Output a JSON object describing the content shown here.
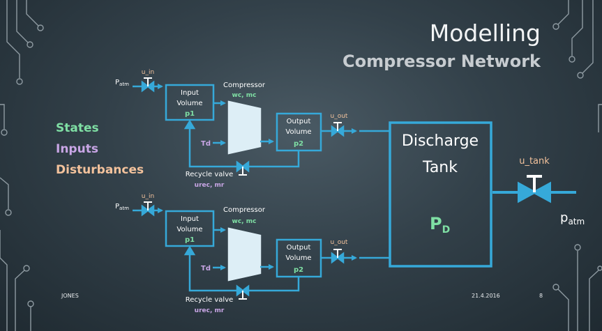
{
  "title": "Modelling",
  "subtitle": "Compressor Network",
  "legend": {
    "states": "States",
    "inputs": "Inputs",
    "disturbances": "Disturbances"
  },
  "colors": {
    "line": "#36a9d9",
    "states": "#7fdfa4",
    "inputs": "#c9a6e6",
    "disturbances": "#f3c29c"
  },
  "units": [
    {
      "p_atm": "P",
      "p_atm_sub": "atm",
      "valve_in": "u_in",
      "input_volume": [
        "Input",
        "Volume"
      ],
      "input_state": "p1",
      "compressor": "Compressor",
      "compressor_states": "wc, mc",
      "td": "Td",
      "output_volume": [
        "Output",
        "Volume"
      ],
      "output_state": "p2",
      "valve_out": "u_out",
      "recycle_valve": "Recycle valve",
      "recycle_states": "urec, mr"
    },
    {
      "p_atm": "P",
      "p_atm_sub": "atm",
      "valve_in": "u_in",
      "input_volume": [
        "Input",
        "Volume"
      ],
      "input_state": "p1",
      "compressor": "Compressor",
      "compressor_states": "wc, mc",
      "td": "Td",
      "output_volume": [
        "Output",
        "Volume"
      ],
      "output_state": "p2",
      "valve_out": "u_out",
      "recycle_valve": "Recycle valve",
      "recycle_states": "urec, mr"
    }
  ],
  "tank": {
    "line1": "Discharge",
    "line2": "Tank",
    "state": "P",
    "state_sub": "D"
  },
  "tank_valve": "u_tank",
  "outlet": {
    "label": "p",
    "sub": "atm"
  },
  "footer": {
    "author": "JONES",
    "date": "21.4.2016",
    "page": "8"
  }
}
